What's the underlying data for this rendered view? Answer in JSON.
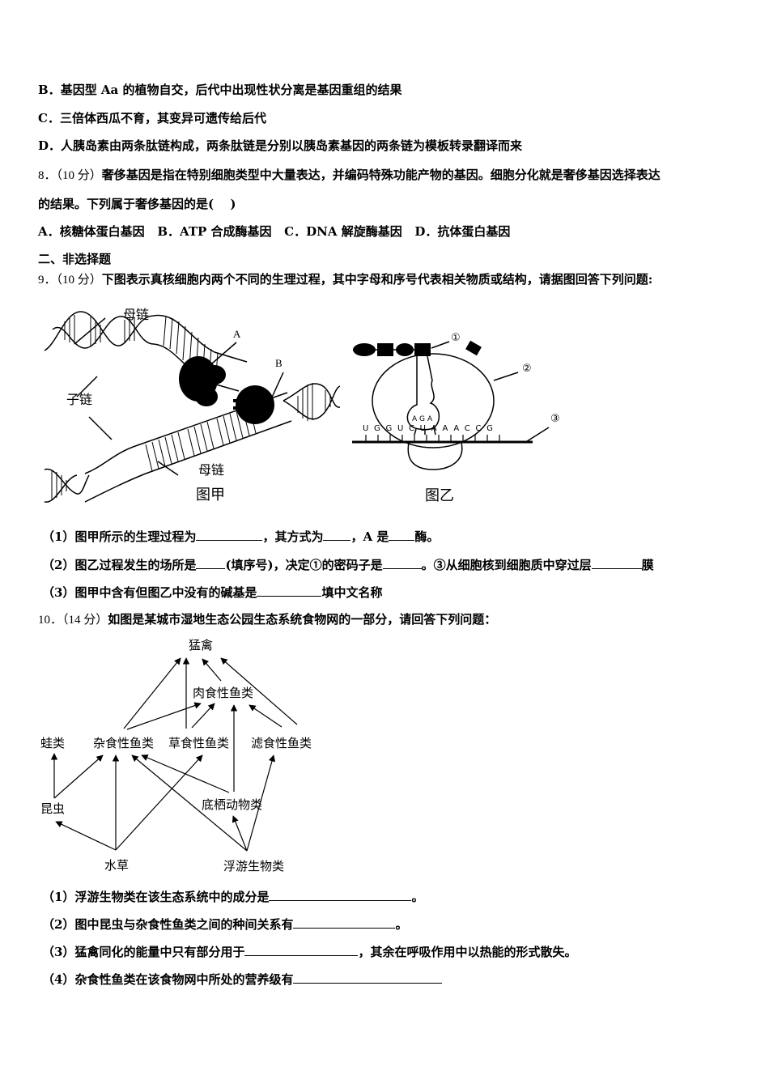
{
  "q7_options": [
    {
      "letter": "B．",
      "text": "基因型 Aa 的植物自交，后代中出现性状分离是基因重组的结果"
    },
    {
      "letter": "C．",
      "text": "三倍体西瓜不育，其变异可遗传给后代"
    },
    {
      "letter": "D．",
      "text": "人胰岛素由两条肽链构成，两条肽链是分别以胰岛素基因的两条链为模板转录翻译而来"
    }
  ],
  "q8": {
    "number": "8．",
    "score": "（10 分）",
    "stem_line1": "奢侈基因是指在特别细胞类型中大量表达，并编码特殊功能产物的基因。细胞分化就是奢侈基因选择表达",
    "stem_line2": "的结果。下列属于奢侈基因的是(　 )",
    "options": [
      {
        "letter": "A．",
        "text": "核糖体蛋白基因"
      },
      {
        "letter": "B．",
        "text": "ATP 合成酶基因"
      },
      {
        "letter": "C．",
        "text": "DNA 解旋酶基因"
      },
      {
        "letter": "D．",
        "text": "抗体蛋白基因"
      }
    ]
  },
  "section2": {
    "title": "二、非选择题"
  },
  "q9": {
    "number": "9．",
    "score": "（10 分）",
    "stem": "下图表示真核细胞内两个不同的生理过程，其中字母和序号代表相关物质或结构，请据图回答下列问题:",
    "figure_jia": {
      "caption": "图甲",
      "labels": {
        "parent_top": "母链",
        "daughter": "子链",
        "parent_bottom": "母链",
        "A": "A",
        "B": "B"
      }
    },
    "figure_yi": {
      "caption": "图乙",
      "labels": {
        "c1": "①",
        "c2": "②",
        "c3": "③"
      },
      "anticodon": [
        "A",
        "G",
        "A"
      ],
      "mrna": [
        "U",
        "G",
        "G",
        "U",
        "C",
        "U",
        "A",
        "A",
        "A",
        "C",
        "C",
        "G"
      ]
    },
    "subquestions": [
      {
        "label": "（1）",
        "parts": [
          "图甲所示的生理过程为",
          "，其方式为",
          "，A 是",
          "酶。"
        ]
      },
      {
        "label": "（2）",
        "parts": [
          "图乙过程发生的场所是",
          "(填序号)，决定①的密码子是",
          "。③从细胞核到细胞质中穿过层",
          "膜"
        ]
      },
      {
        "label": "（3）",
        "parts": [
          "图甲中含有但图乙中没有的碱基是",
          "填中文名称"
        ]
      }
    ]
  },
  "q10": {
    "number": "10．",
    "score": "（14 分）",
    "stem": "如图是某城市湿地生态公园生态系统食物网的一部分，请回答下列问题：",
    "foodweb": {
      "nodes": {
        "raptor": "猛禽",
        "carnivore_fish": "肉食性鱼类",
        "frog": "蛙类",
        "omnivore_fish": "杂食性鱼类",
        "herbivore_fish": "草食性鱼类",
        "filter_fish": "滤食性鱼类",
        "insect": "昆虫",
        "benthic": "底栖动物类",
        "waterweed": "水草",
        "plankton": "浮游生物类"
      }
    },
    "subquestions": [
      {
        "label": "（1）",
        "parts": [
          "浮游生物类在该生态系统中的成分是",
          "。"
        ]
      },
      {
        "label": "（2）",
        "parts": [
          "图中昆虫与杂食性鱼类之间的种间关系有",
          "。"
        ]
      },
      {
        "label": "（3）",
        "parts": [
          "猛禽同化的能量中只有部分用于",
          "，其余在呼吸作用中以热能的形式散失。"
        ]
      },
      {
        "label": "（4）",
        "parts": [
          "杂食性鱼类在该食物网中所处的营养级有",
          ""
        ]
      }
    ]
  }
}
